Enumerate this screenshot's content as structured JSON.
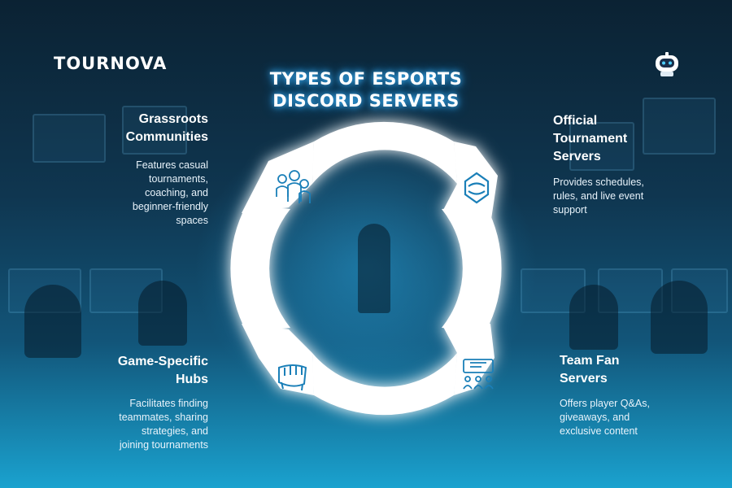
{
  "brand": {
    "logo_text": "TOURNOVA",
    "mascot_icon": "robot-mascot-icon"
  },
  "title": {
    "line1": "TYPES OF ESPORTS",
    "line2": "DISCORD SERVERS"
  },
  "segments": [
    {
      "heading_line1": "Grassroots",
      "heading_line2": "Communities",
      "desc_lines": [
        "Features casual",
        "tournaments,",
        "coaching, and",
        "beginner-friendly",
        "spaces"
      ],
      "icon": "people-group-icon"
    },
    {
      "heading_line1": "Official",
      "heading_line2": "Tournament",
      "heading_line3": "Servers",
      "desc_lines": [
        "Provides schedules,",
        "rules, and live event",
        "support"
      ],
      "icon": "tournament-badge-icon"
    },
    {
      "heading_line1": "Game-Specific",
      "heading_line2": "Hubs",
      "desc_lines": [
        "Facilitates finding",
        "teammates, sharing",
        "strategies, and",
        "joining tournaments"
      ],
      "icon": "fist-icon"
    },
    {
      "heading_line1": "Team Fan",
      "heading_line2": "Servers",
      "desc_lines": [
        "Offers player Q&As,",
        "giveaways, and",
        "exclusive content"
      ],
      "icon": "audience-stage-icon"
    }
  ],
  "colors": {
    "accent_glow": "#3fb8ff",
    "ring_fill": "#ffffff",
    "icon_stroke": "#1a7fb8"
  }
}
